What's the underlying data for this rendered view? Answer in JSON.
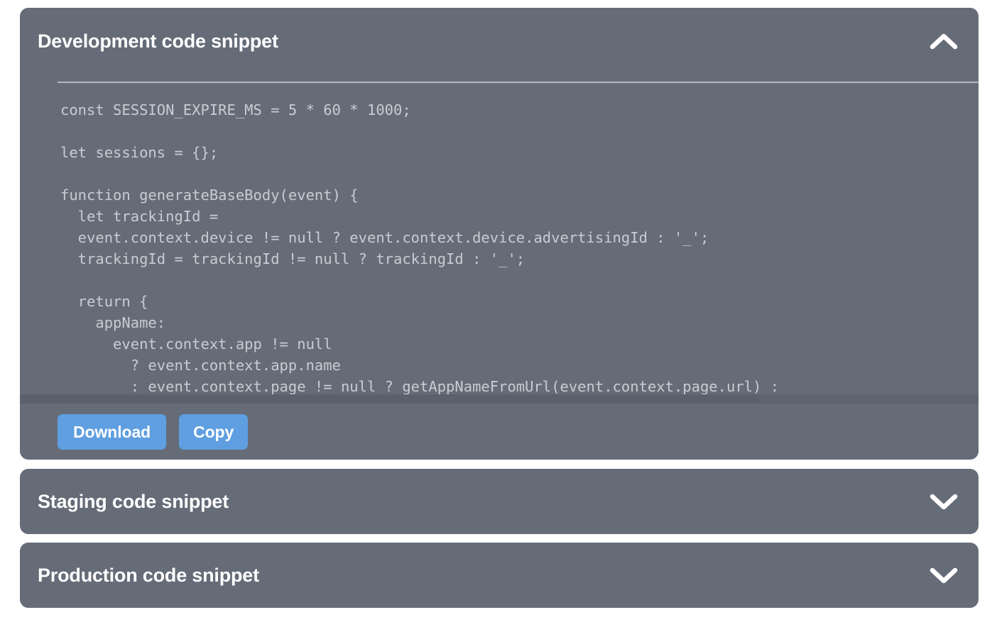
{
  "accent": {
    "card_bg": "#656c78",
    "button_blue": "#5f9ee0",
    "code_text": "#c8ccd2",
    "divider": "#b4b9c0",
    "page_bg": "#ffffff"
  },
  "panels": [
    {
      "id": "development",
      "title": "Development code snippet",
      "expanded": true,
      "chevron_icon": "chevron-up-icon",
      "code": "const SESSION_EXPIRE_MS = 5 * 60 * 1000;\n\nlet sessions = {};\n\nfunction generateBaseBody(event) {\n  let trackingId =\n  event.context.device != null ? event.context.device.advertisingId : '_';\n  trackingId = trackingId != null ? trackingId : '_';\n\n  return {\n    appName:\n      event.context.app != null\n        ? event.context.app.name\n        : event.context.page != null ? getAppNameFromUrl(event.context.page.url) :",
      "buttons": {
        "download": "Download",
        "copy": "Copy"
      }
    },
    {
      "id": "staging",
      "title": "Staging code snippet",
      "expanded": false,
      "chevron_icon": "chevron-down-icon"
    },
    {
      "id": "production",
      "title": "Production code snippet",
      "expanded": false,
      "chevron_icon": "chevron-down-icon"
    }
  ]
}
